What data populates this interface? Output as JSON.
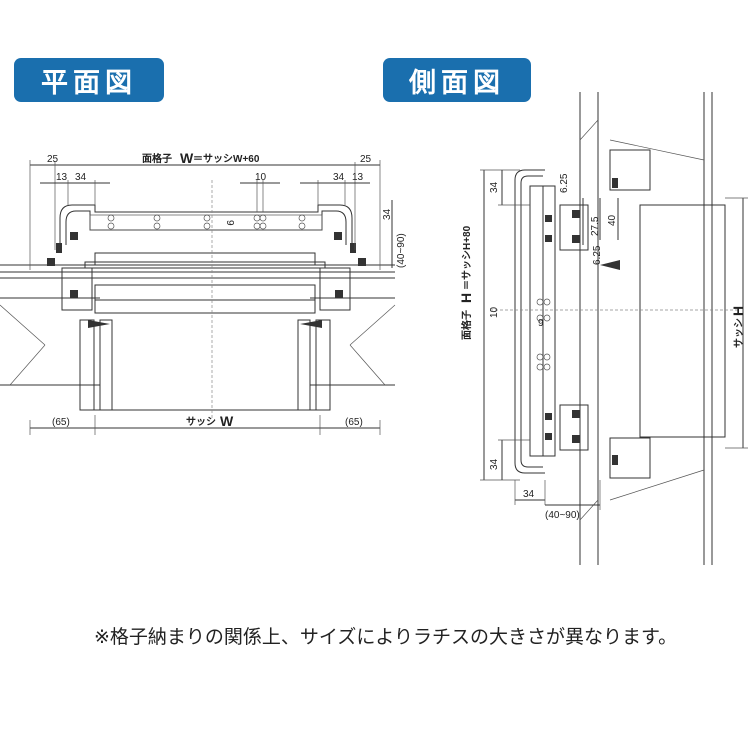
{
  "badges": {
    "plan": "平面図",
    "side": "側面図"
  },
  "plan": {
    "overall_prefix": "面格子",
    "overall_var": "W",
    "overall_suffix": "＝サッシW+60",
    "dim_25_left": "25",
    "dim_25_right": "25",
    "dim_13_left": "13",
    "dim_34_left": "34",
    "dim_10": "10",
    "dim_34_right": "34",
    "dim_13_right": "13",
    "dim_9": "9",
    "dim_34_vertical": "34",
    "dim_range": "(40~90)",
    "dim_65_left": "(65)",
    "dim_65_right": "(65)",
    "sash_prefix": "サッシ",
    "sash_var": "W"
  },
  "side": {
    "overall_prefix": "面格子",
    "overall_var": "H",
    "overall_suffix": "＝サッシH+80",
    "dim_34_top": "34",
    "dim_625_top": "6.25",
    "dim_27_5": "27.5",
    "dim_40": "40",
    "dim_625_mid": "6.25",
    "dim_10": "10",
    "dim_9": "9",
    "dim_34_bottom": "34",
    "dim_34_horizontal": "34",
    "dim_range": "(40~90)",
    "sash_prefix": "サッシ",
    "sash_var": "H"
  },
  "footnote": "※格子納まりの関係上、サイズによりラチスの大きさが異なります。"
}
